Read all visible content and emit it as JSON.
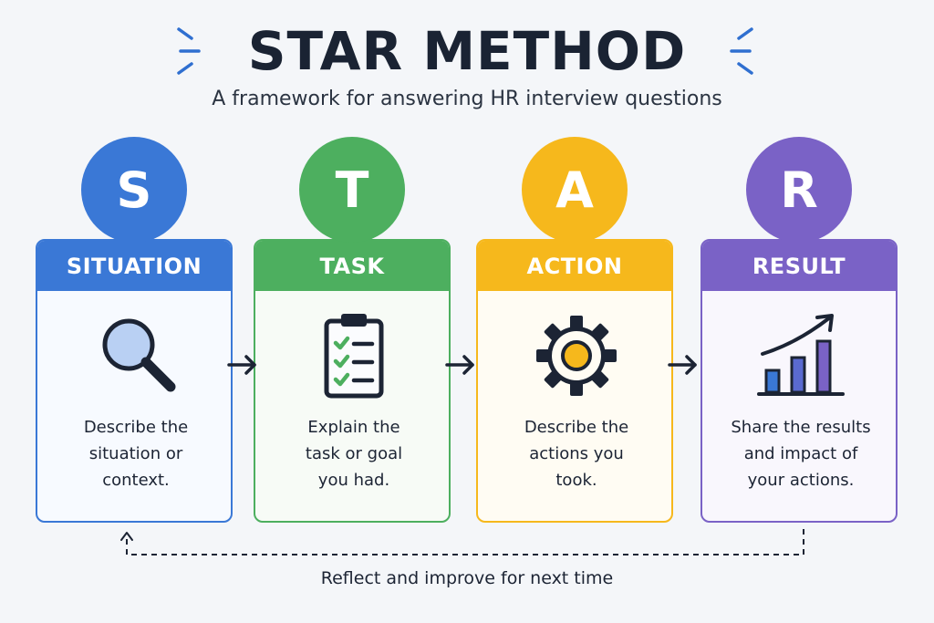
{
  "header": {
    "title": "STAR METHOD",
    "subtitle": "A framework for answering HR interview questions"
  },
  "steps": [
    {
      "letter": "S",
      "label": "SITUATION",
      "icon": "magnifying-glass-icon",
      "line1": "Describe the",
      "line2": "situation or",
      "line3": "context.",
      "color": "#3a78d6",
      "card_bg": "#f7faff"
    },
    {
      "letter": "T",
      "label": "TASK",
      "icon": "clipboard-checklist-icon",
      "line1": "Explain the",
      "line2": "task or goal",
      "line3": "you had.",
      "color": "#4daf5f",
      "card_bg": "#f7fbf6"
    },
    {
      "letter": "A",
      "label": "ACTION",
      "icon": "gear-icon",
      "line1": "Describe the",
      "line2": "actions you",
      "line3": "took.",
      "color": "#f6b81c",
      "card_bg": "#fffcf3"
    },
    {
      "letter": "R",
      "label": "RESULT",
      "icon": "growth-chart-icon",
      "line1": "Share the results",
      "line2": "and impact of",
      "line3": "your actions.",
      "color": "#7a62c6",
      "card_bg": "#f9f7fd"
    }
  ],
  "footer": {
    "loop_label": "Reflect and improve for next time"
  }
}
